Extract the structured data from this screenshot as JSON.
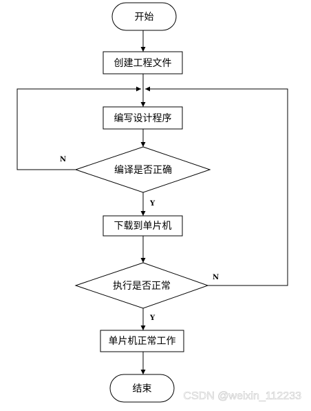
{
  "nodes": {
    "start": "开始",
    "create_file": "创建工程文件",
    "write_program": "编写设计程序",
    "compile_check": "编译是否正确",
    "download": "下载到单片机",
    "exec_check": "执行是否正常",
    "mcu_ok": "单片机正常工作",
    "end": "结束"
  },
  "branches": {
    "compile_no": "N",
    "compile_yes": "Y",
    "exec_no": "N",
    "exec_yes": "Y"
  },
  "watermark": "CSDN @weixin_112233"
}
